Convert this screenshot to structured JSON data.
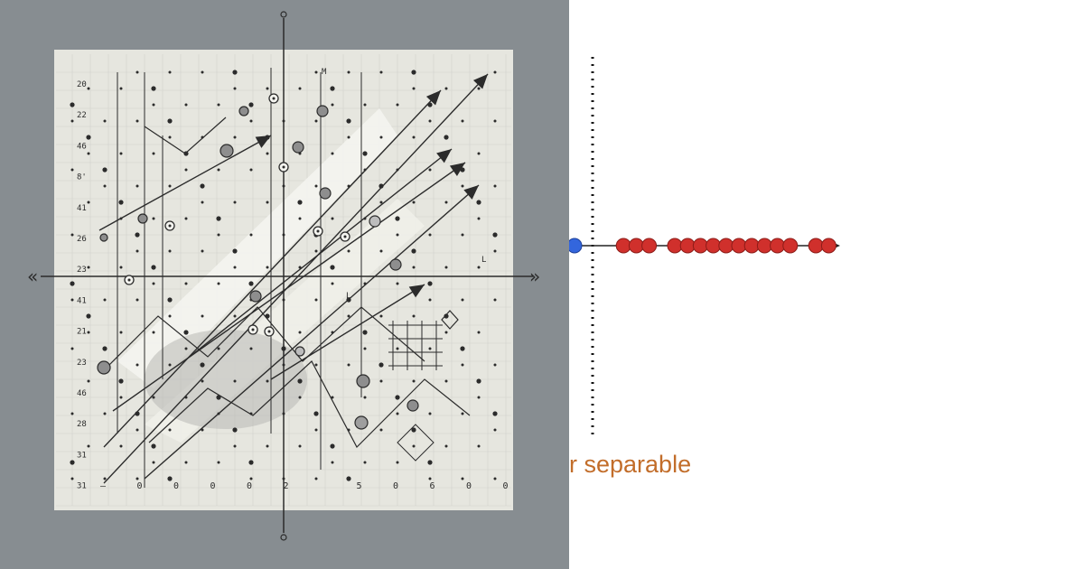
{
  "caption": "r separable",
  "colors": {
    "panel_bg": "#878d91",
    "paper": "#e6e6df",
    "ink": "#2b2b2b",
    "point_red": "#d0302c",
    "point_blue": "#3366dd",
    "caption": "#c26d2a"
  },
  "art": {
    "y_tick_labels": [
      "20",
      "22",
      "46",
      "8'",
      "41",
      "26",
      "23",
      "41",
      "21",
      "23",
      "46",
      "28",
      "31",
      "31"
    ],
    "x_tick_labels": [
      "–",
      "0",
      "0",
      "0",
      "0",
      "2",
      "",
      "5",
      "0",
      "6",
      "0",
      "0"
    ],
    "left_arrow_glyph": "«",
    "right_arrow_glyph": "»",
    "stray_labels": [
      "M",
      "L",
      "L"
    ]
  },
  "strip": {
    "red_points": [
      1,
      2,
      3,
      5,
      6,
      7,
      8,
      9,
      10,
      11,
      12,
      13,
      14,
      16,
      17
    ],
    "blue_points": [
      0
    ]
  }
}
